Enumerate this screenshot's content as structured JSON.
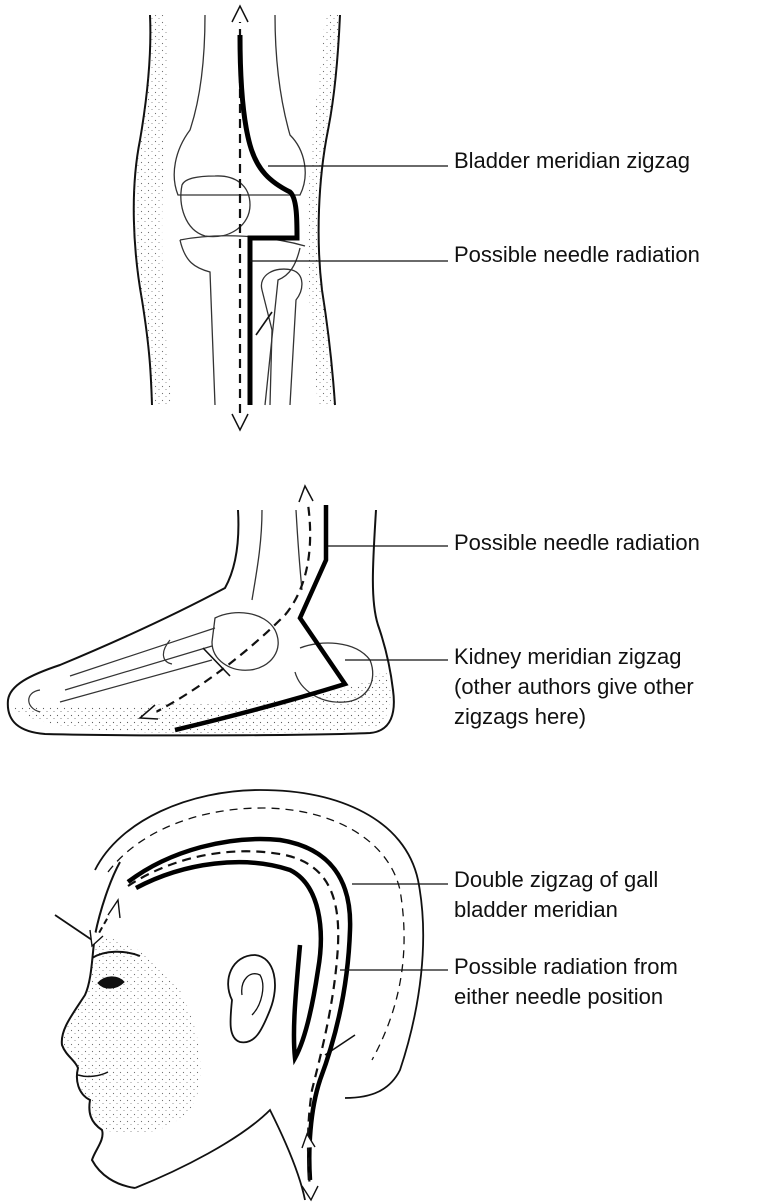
{
  "panels": {
    "knee": {
      "labels": [
        "Bladder meridian zigzag",
        "Possible needle radiation"
      ]
    },
    "foot": {
      "labels": [
        "Possible needle radiation",
        "Kidney meridian zigzag",
        "(other authors give other",
        "zigzags here)"
      ]
    },
    "head": {
      "labels": [
        "Double zigzag of gall",
        "bladder meridian",
        "Possible radiation from",
        "either needle position"
      ]
    }
  },
  "colors": {
    "ink": "#111111",
    "paper": "#ffffff",
    "bone": "#222222"
  }
}
